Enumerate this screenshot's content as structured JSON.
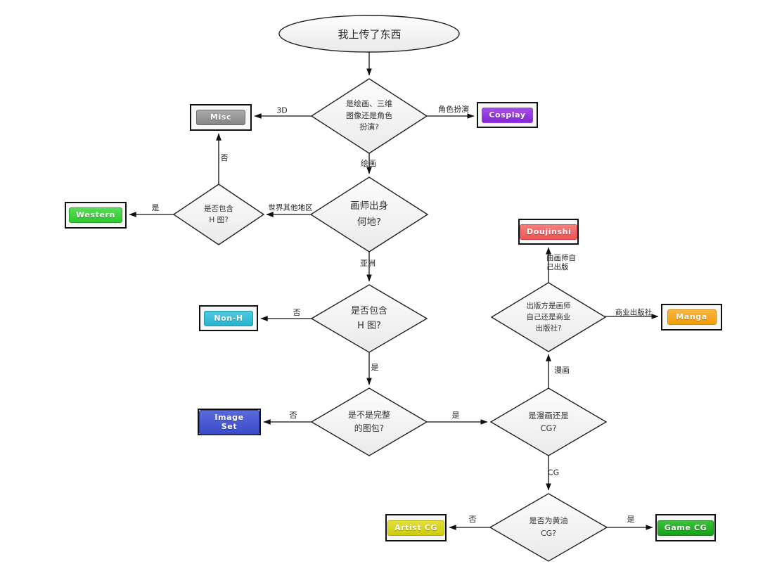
{
  "flowchart": {
    "start": {
      "label": "我上传了东西"
    },
    "decisions": {
      "type": {
        "label": "是绘画、三维\n图像还是角色\n扮演?"
      },
      "origin": {
        "label": "画师出身\n何地?"
      },
      "h_western": {
        "label": "是否包含\nH 图?"
      },
      "h_asia": {
        "label": "是否包含\nH 图?"
      },
      "complete": {
        "label": "是不是完整\n的图包?"
      },
      "manga_cg": {
        "label": "是漫画还是\nCG?"
      },
      "publisher": {
        "label": "出版方是画师\n自己还是商业\n出版社?"
      },
      "eroge": {
        "label": "是否为黄油\nCG?"
      }
    },
    "categories": {
      "misc": {
        "label": "Misc",
        "color": "#8f8f8f"
      },
      "cosplay": {
        "label": "Cosplay",
        "color": "#8a2bd9"
      },
      "western": {
        "label": "Western",
        "color": "#3ccf3c"
      },
      "non_h": {
        "label": "Non-H",
        "color": "#2ab5cf"
      },
      "image_set": {
        "label": "Image Set",
        "color": "#4354cd"
      },
      "doujinshi": {
        "label": "Doujinshi",
        "color": "#f05c5c"
      },
      "manga": {
        "label": "Manga",
        "color": "#f3a213"
      },
      "artist_cg": {
        "label": "Artist CG",
        "color": "#d5d10d"
      },
      "game_cg": {
        "label": "Game CG",
        "color": "#1daa1d"
      }
    },
    "edge_labels": {
      "three_d": "3D",
      "cosplay": "角色扮演",
      "drawing": "绘画",
      "rest_of_world": "世界其他地区",
      "yes_western": "是",
      "no_to_misc": "否",
      "asia": "亚洲",
      "no_to_nonh": "否",
      "yes_down": "是",
      "no_to_imageset": "否",
      "yes_right": "是",
      "manga": "漫画",
      "self_published": "由画师自\n己出版",
      "commercial": "商业出版社",
      "cg": "CG",
      "no_to_artistcg": "否",
      "yes_to_gamecg": "是"
    }
  }
}
